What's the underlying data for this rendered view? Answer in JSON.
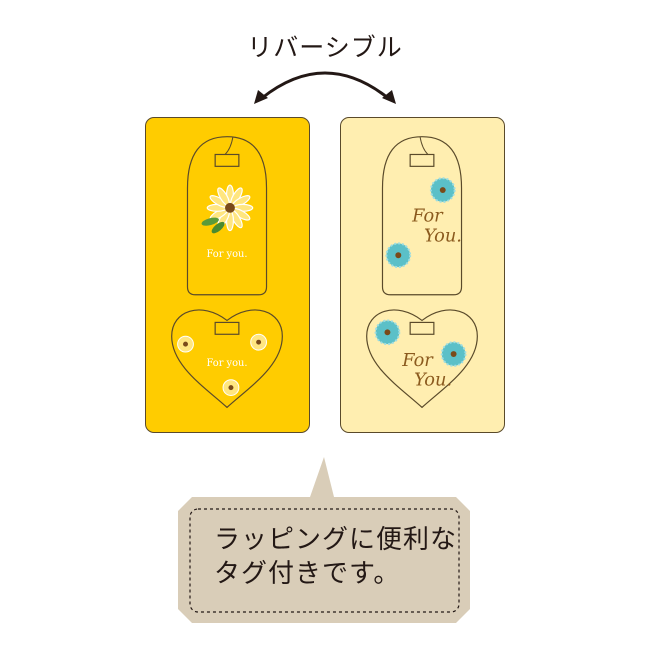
{
  "header": {
    "title": "リバーシブル"
  },
  "cards": [
    {
      "side": "front",
      "background": "#ffcc00",
      "oval_tag_text": "For you.",
      "heart_tag_text": "For you.",
      "flower": "yellow-daisy"
    },
    {
      "side": "back",
      "background": "#ffeeb0",
      "oval_tag_text_line1": "For",
      "oval_tag_text_line2": "You.",
      "heart_tag_text_line1": "For",
      "heart_tag_text_line2": "You.",
      "flower": "blue-daisy"
    }
  ],
  "callout": {
    "text": "ラッピングに便利な\nタグ付きです。",
    "background": "#d9cdb8"
  },
  "colors": {
    "outline": "#5a4a2a",
    "script_text": "#8b5a1e",
    "blue_flower": "#5bc0c8",
    "flower_center": "#7a4a1a"
  }
}
